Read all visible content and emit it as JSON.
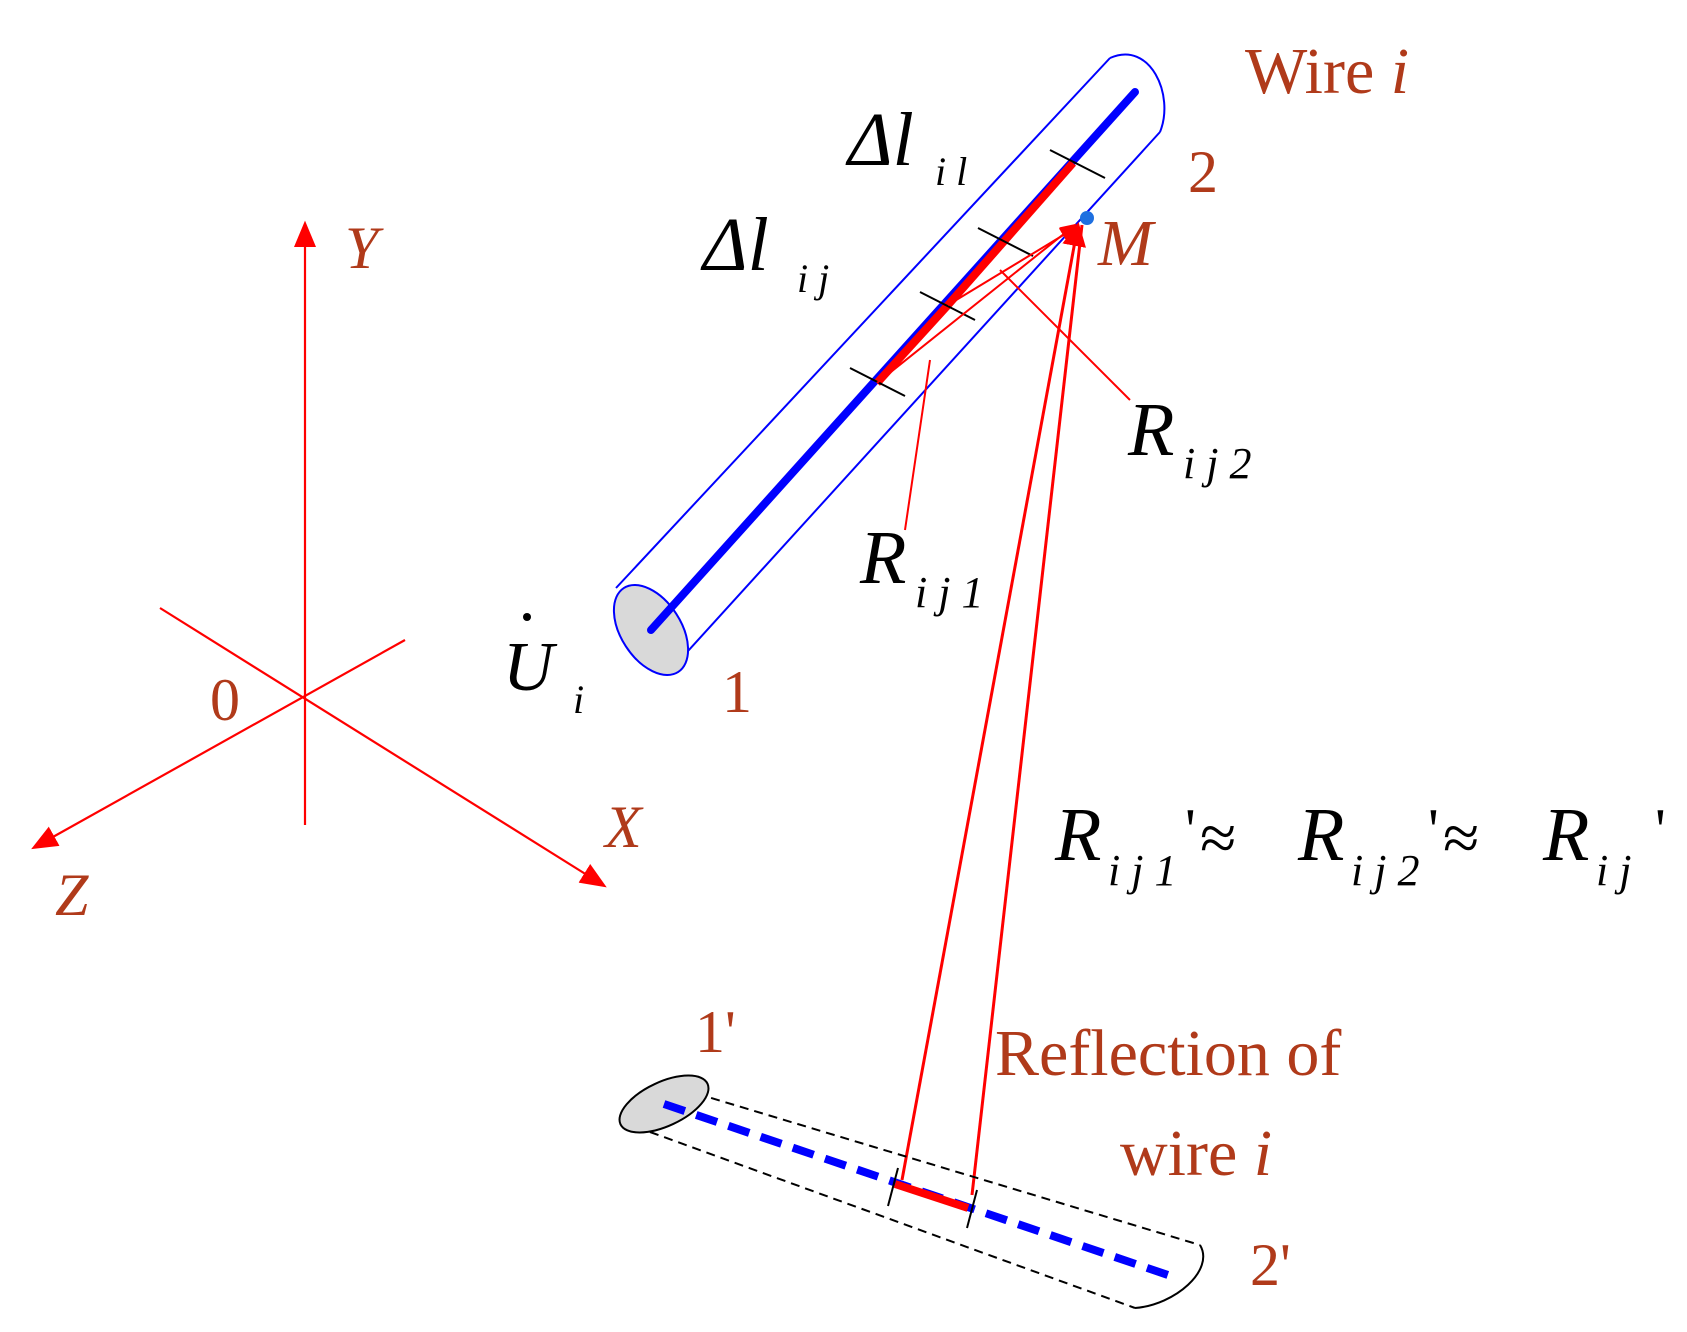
{
  "colors": {
    "axis": "#ff0000",
    "label_brown": "#b03a1a",
    "wire": "#0000ff",
    "segment": "#ff0000",
    "cap_fill": "#d9d9d9"
  },
  "axes": {
    "origin": "0",
    "x": "X",
    "y": "Y",
    "z": "Z"
  },
  "wire": {
    "label_word": "Wire",
    "label_var": "i",
    "end1": "1",
    "end2": "2",
    "voltage_main": "U",
    "voltage_sub": "i",
    "dl_il_main": "Δl",
    "dl_il_sub": "i l",
    "dl_ij_main": "Δl",
    "dl_ij_sub": "i  j",
    "point": "M"
  },
  "distances": {
    "r1_main": "R",
    "r1_sub": "i j 1",
    "r2_main": "R",
    "r2_sub": "i j 2",
    "approx_r1_sub": "i j 1",
    "approx_r2_sub": "i j 2",
    "approx_r_sub": "i j",
    "prime": "'",
    "approx": "≈"
  },
  "reflection": {
    "line1": "Reflection of",
    "line2_word": "wire",
    "line2_var": "i",
    "end1": "1'",
    "end2": "2'"
  }
}
